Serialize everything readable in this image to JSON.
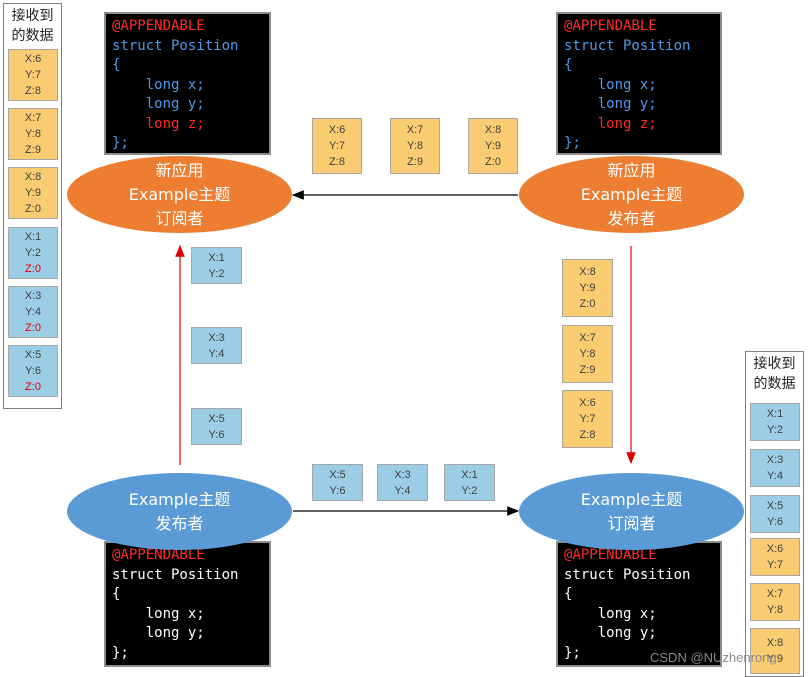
{
  "code_blocks": [
    {
      "id": "code-top-left",
      "lines": [
        {
          "text": "@APPENDABLE",
          "color": "red"
        },
        {
          "text": "struct Position",
          "color": "blue"
        },
        {
          "text": "{",
          "color": "blue"
        },
        {
          "text": "    long x;",
          "color": "blue"
        },
        {
          "text": "    long y;",
          "color": "blue"
        },
        {
          "text": "    long z;",
          "color": "red"
        },
        {
          "text": "};",
          "color": "blue"
        }
      ]
    },
    {
      "id": "code-top-right",
      "lines": [
        {
          "text": "@APPENDABLE",
          "color": "red"
        },
        {
          "text": "struct Position",
          "color": "blue"
        },
        {
          "text": "{",
          "color": "blue"
        },
        {
          "text": "    long x;",
          "color": "blue"
        },
        {
          "text": "    long y;",
          "color": "blue"
        },
        {
          "text": "    long z;",
          "color": "red"
        },
        {
          "text": "};",
          "color": "blue"
        }
      ]
    },
    {
      "id": "code-bottom-left",
      "lines": [
        {
          "text": "@APPENDABLE",
          "color": "red"
        },
        {
          "text": "struct Position",
          "color": "white"
        },
        {
          "text": "{",
          "color": "white"
        },
        {
          "text": "    long x;",
          "color": "white"
        },
        {
          "text": "    long y;",
          "color": "white"
        },
        {
          "text": "};",
          "color": "white"
        }
      ]
    },
    {
      "id": "code-bottom-right",
      "lines": [
        {
          "text": "@APPENDABLE",
          "color": "red"
        },
        {
          "text": "struct Position",
          "color": "white"
        },
        {
          "text": "{",
          "color": "white"
        },
        {
          "text": "    long x;",
          "color": "white"
        },
        {
          "text": "    long y;",
          "color": "white"
        },
        {
          "text": "};",
          "color": "white"
        }
      ]
    }
  ],
  "nodes": {
    "new_subscriber": {
      "lines": [
        "新应用",
        "Example主题",
        "订阅者"
      ],
      "color": "#ed7d31"
    },
    "new_publisher": {
      "lines": [
        "新应用",
        "Example主题",
        "发布者"
      ],
      "color": "#ed7d31"
    },
    "old_publisher": {
      "lines": [
        "Example主题",
        "发布者"
      ],
      "color": "#5b9bd5"
    },
    "old_subscriber": {
      "lines": [
        "Example主题",
        "订阅者"
      ],
      "color": "#5b9bd5"
    }
  },
  "panels": {
    "left": {
      "title": [
        "接收到",
        "的数据"
      ],
      "items": [
        {
          "kind": "y",
          "lines": [
            "X:6",
            "Y:7",
            "Z:8"
          ]
        },
        {
          "kind": "y",
          "lines": [
            "X:7",
            "Y:8",
            "Z:9"
          ]
        },
        {
          "kind": "y",
          "lines": [
            "X:8",
            "Y:9",
            "Z:0"
          ]
        },
        {
          "kind": "b",
          "lines": [
            "X:1",
            "Y:2",
            "Z:0"
          ],
          "red_last": true
        },
        {
          "kind": "b",
          "lines": [
            "X:3",
            "Y:4",
            "Z:0"
          ],
          "red_last": true
        },
        {
          "kind": "b",
          "lines": [
            "X:5",
            "Y:6",
            "Z:0"
          ],
          "red_last": true
        }
      ]
    },
    "right": {
      "title": [
        "接收到",
        "的数据"
      ],
      "items": [
        {
          "kind": "b",
          "lines": [
            "X:1",
            "Y:2"
          ]
        },
        {
          "kind": "b",
          "lines": [
            "X:3",
            "Y:4"
          ]
        },
        {
          "kind": "b",
          "lines": [
            "X:5",
            "Y:6"
          ]
        },
        {
          "kind": "y",
          "lines": [
            "X:6",
            "Y:7"
          ]
        },
        {
          "kind": "y",
          "lines": [
            "X:7",
            "Y:8"
          ]
        },
        {
          "kind": "y",
          "lines": [
            "X:8",
            "Y:9"
          ]
        }
      ]
    }
  },
  "flows": {
    "top": [
      {
        "kind": "y",
        "lines": [
          "X:6",
          "Y:7",
          "Z:8"
        ]
      },
      {
        "kind": "y",
        "lines": [
          "X:7",
          "Y:8",
          "Z:9"
        ]
      },
      {
        "kind": "y",
        "lines": [
          "X:8",
          "Y:9",
          "Z:0"
        ]
      }
    ],
    "left_vertical": [
      {
        "kind": "b",
        "lines": [
          "X:1",
          "Y:2"
        ]
      },
      {
        "kind": "b",
        "lines": [
          "X:3",
          "Y:4"
        ]
      },
      {
        "kind": "b",
        "lines": [
          "X:5",
          "Y:6"
        ]
      }
    ],
    "right_vertical": [
      {
        "kind": "y",
        "lines": [
          "X:8",
          "Y:9",
          "Z:0"
        ]
      },
      {
        "kind": "y",
        "lines": [
          "X:7",
          "Y:8",
          "Z:9"
        ]
      },
      {
        "kind": "y",
        "lines": [
          "X:6",
          "Y:7",
          "Z:8"
        ]
      }
    ],
    "bottom": [
      {
        "kind": "b",
        "lines": [
          "X:5",
          "Y:6"
        ]
      },
      {
        "kind": "b",
        "lines": [
          "X:3",
          "Y:4"
        ]
      },
      {
        "kind": "b",
        "lines": [
          "X:1",
          "Y:2"
        ]
      }
    ]
  },
  "watermark": "CSDN @NUzhenrong"
}
